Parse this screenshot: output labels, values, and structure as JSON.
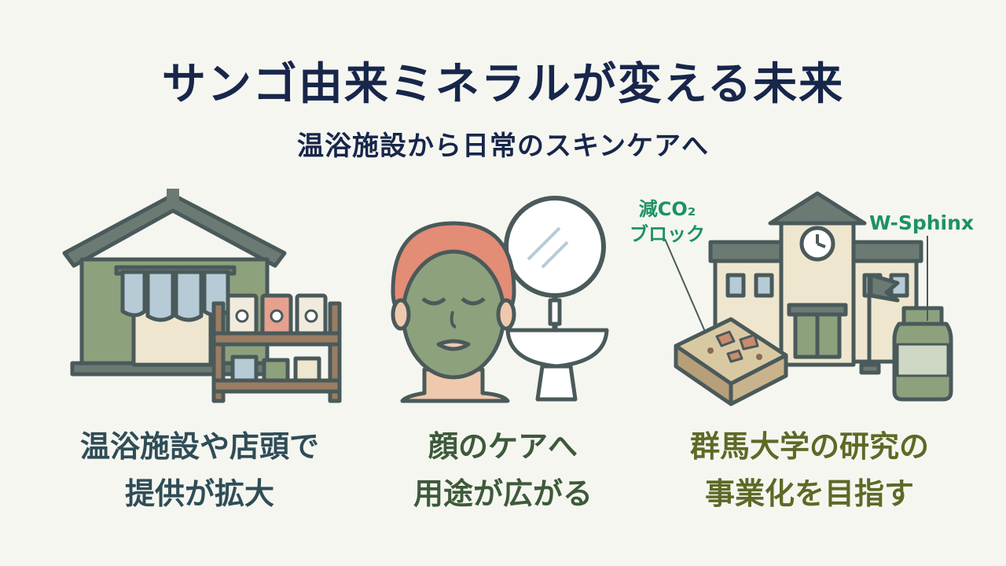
{
  "header": {
    "title": "サンゴ由来ミネラルが変える未来",
    "subtitle": "温浴施設から日常のスキンケアへ"
  },
  "panels": [
    {
      "caption_lines": [
        "温浴施設や店頭で",
        "提供が拡大"
      ]
    },
    {
      "caption_lines": [
        "顔のケアへ",
        "用途が広がる"
      ]
    },
    {
      "caption_lines": [
        "群馬大学の研究の",
        "事業化を目指す"
      ]
    }
  ],
  "labels": {
    "co2_block": [
      "減CO₂",
      "ブロック"
    ],
    "w_sphinx": "W-Sphinx"
  },
  "colors": {
    "title": "#17264a",
    "caption_1": "#2f4d57",
    "caption_2": "#3d5a3a",
    "caption_3": "#5c6a26",
    "label_green": "#1d9266",
    "sage": "#8ea17d",
    "cream": "#efe6cf",
    "outline": "#4a5a5a"
  }
}
